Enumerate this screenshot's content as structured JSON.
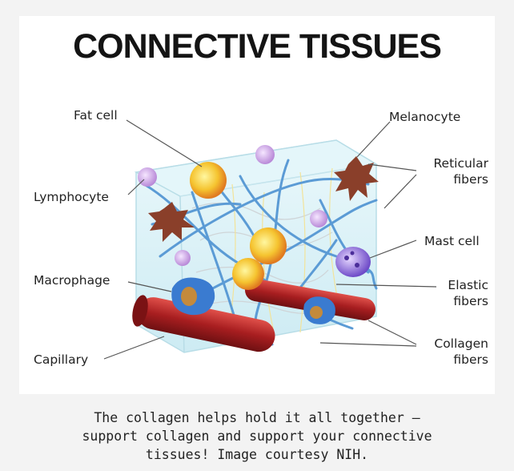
{
  "diagram": {
    "title": "CONNECTIVE TISSUES",
    "labels": {
      "fat_cell": "Fat cell",
      "melanocyte": "Melanocyte",
      "reticular_fibers_1": "Reticular",
      "reticular_fibers_2": "fibers",
      "lymphocyte": "Lymphocyte",
      "mast_cell": "Mast cell",
      "macrophage": "Macrophage",
      "elastic_fibers_1": "Elastic",
      "elastic_fibers_2": "fibers",
      "collagen_fibers_1": "Collagen",
      "collagen_fibers_2": "fibers",
      "capillary": "Capillary"
    }
  },
  "caption": {
    "line1": "The collagen helps hold it all together –",
    "line2": "support collagen and support your connective",
    "line3": "tissues! Image courtesy NIH."
  },
  "colors": {
    "fiber_blue": "#5b9bd5",
    "capillary_red": "#c0282a",
    "cube_tint": "#d9f1f6",
    "fat_cell_yellow": "#f6c83a",
    "melanocyte_brown": "#8a3f2a"
  }
}
